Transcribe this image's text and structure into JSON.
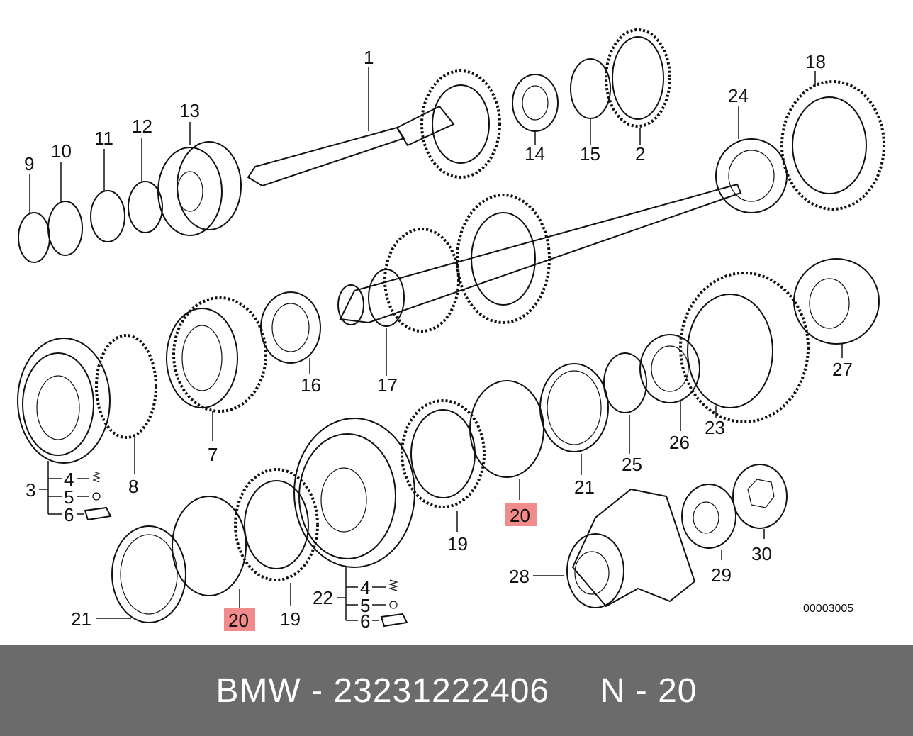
{
  "diagram": {
    "labels": {
      "l1": "1",
      "l2": "2",
      "l3": "3",
      "l4a": "4",
      "l5a": "5",
      "l6a": "6",
      "l7": "7",
      "l8": "8",
      "l9": "9",
      "l10": "10",
      "l11": "11",
      "l12": "12",
      "l13": "13",
      "l14": "14",
      "l15": "15",
      "l16": "16",
      "l17": "17",
      "l18": "18",
      "l19a": "19",
      "l19b": "19",
      "l20a": "20",
      "l20b": "20",
      "l21a": "21",
      "l21b": "21",
      "l22": "22",
      "l23": "23",
      "l24": "24",
      "l25": "25",
      "l26": "26",
      "l27": "27",
      "l28": "28",
      "l29": "29",
      "l30": "30",
      "l4b": "4",
      "l5b": "5",
      "l6b": "6"
    },
    "reference_number": "00003005",
    "highlight_color": "#f28b8b"
  },
  "footer": {
    "text": "BMW - 23231222406     N - 20",
    "background": "#6b6b6b"
  }
}
